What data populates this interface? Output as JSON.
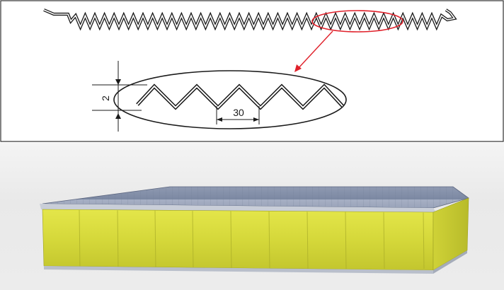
{
  "diagram": {
    "profile_name": "corrugated-sheet-profile",
    "detail": {
      "height_label": "2",
      "pitch_label": "30"
    },
    "colors": {
      "outline": "#1a1a1a",
      "callout": "#e0202a"
    }
  },
  "photo": {
    "subject": "sandwich-panel",
    "colors": {
      "top_sheet": "#8a96ad",
      "core": "#d8dc3c",
      "background": "#ececec"
    }
  }
}
